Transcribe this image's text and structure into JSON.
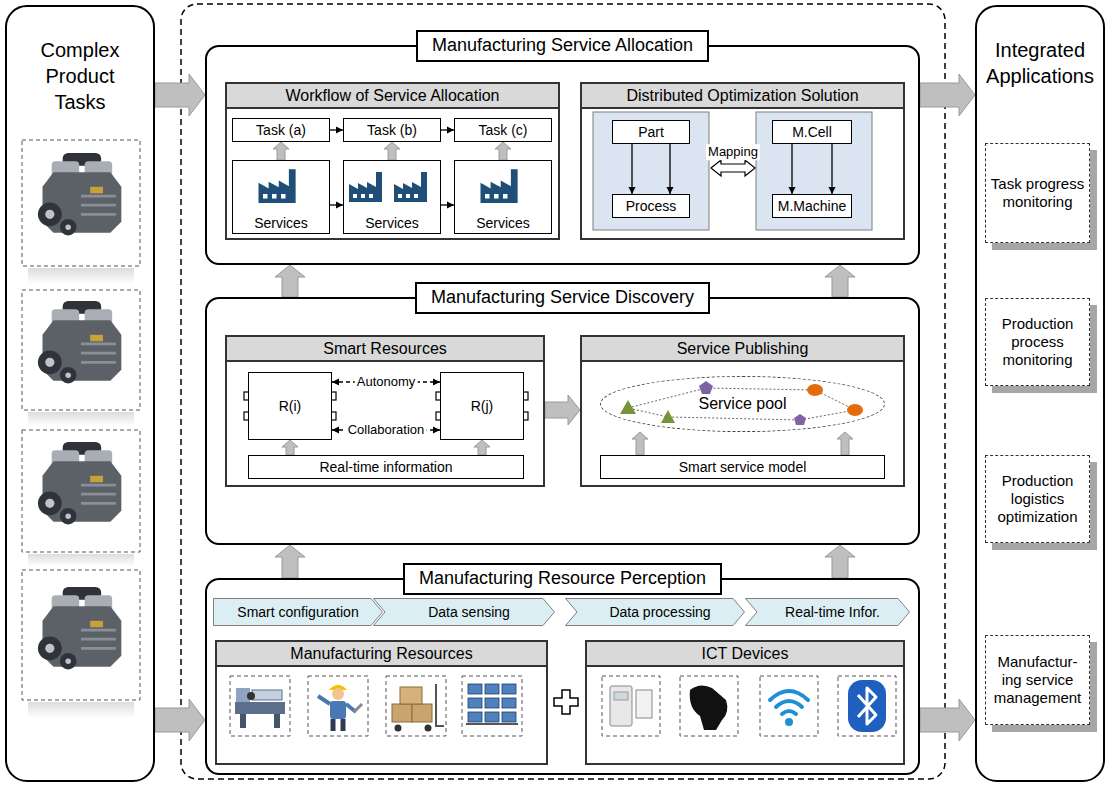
{
  "diagram": {
    "nodes": [
      {
        "text": [
          "Complex Product Tasks"
        ]
      },
      {
        "text": [
          "Manufacturing Service Allocation"
        ]
      },
      {
        "text": [
          "Workflow of Service Allocation"
        ],
        "in": 1
      },
      {
        "text": [
          "Task (a)"
        ],
        "in": 2
      },
      {
        "text": [
          "Task (b)"
        ],
        "in": 2
      },
      {
        "text": [
          "Task (c)"
        ],
        "in": 2
      },
      {
        "text": [
          "Services"
        ],
        "in": 2
      },
      {
        "text": [
          "Services"
        ],
        "in": 2
      },
      {
        "text": [
          "Services"
        ],
        "in": 2
      },
      {
        "text": [
          "Distributed Optimization Solution"
        ],
        "in": 1
      },
      {
        "text": [
          "Part"
        ],
        "in": 9
      },
      {
        "text": [
          "Process"
        ],
        "in": 9
      },
      {
        "text": [
          "M.Cell"
        ],
        "in": 9
      },
      {
        "text": [
          "M.Machine"
        ],
        "in": 9
      },
      {
        "text": [
          "Manufacturing Service Discovery"
        ]
      },
      {
        "text": [
          "Smart Resources"
        ],
        "in": 14
      },
      {
        "text": [
          "R(i)"
        ],
        "in": 15
      },
      {
        "text": [
          "R(j)"
        ],
        "in": 15
      },
      {
        "text": [
          "Real-time information"
        ],
        "in": 15
      },
      {
        "text": [
          "Service Publishing"
        ],
        "in": 14
      },
      {
        "text": [
          "Service pool"
        ],
        "in": 19
      },
      {
        "text": [
          "Smart service model"
        ],
        "in": 19
      },
      {
        "text": [
          "Manufacturing Resource Perception"
        ]
      },
      {
        "text": [
          "Smart configuration"
        ],
        "in": 22
      },
      {
        "text": [
          "Data sensing"
        ],
        "in": 22
      },
      {
        "text": [
          "Data processing"
        ],
        "in": 22
      },
      {
        "text": [
          "Real-time Infor."
        ],
        "in": 22
      },
      {
        "text": [
          "Manufacturing Resources"
        ],
        "in": 22
      },
      {
        "text": [
          "ICT Devices"
        ],
        "in": 22
      },
      {
        "text": [
          "Integrated Applications"
        ]
      },
      {
        "text": [
          "Task progress monitoring"
        ],
        "in": 29
      },
      {
        "text": [
          "Production process monitoring"
        ],
        "in": 29
      },
      {
        "text": [
          "Production logistics optimization"
        ],
        "in": 29
      },
      {
        "text": [
          "Manufactur-ing service management"
        ],
        "in": 29
      }
    ],
    "edges": [
      {
        "from": 0,
        "to": 1,
        "arrow": "to"
      },
      {
        "from": 0,
        "to": 22,
        "arrow": "to"
      },
      {
        "from": 1,
        "to": 29,
        "arrow": "to"
      },
      {
        "from": 22,
        "to": 29,
        "arrow": "to"
      },
      {
        "from": 3,
        "to": 4,
        "arrow": "to"
      },
      {
        "from": 4,
        "to": 5,
        "arrow": "to"
      },
      {
        "from": 6,
        "to": 3,
        "arrow": "to"
      },
      {
        "from": 7,
        "to": 4,
        "arrow": "to"
      },
      {
        "from": 8,
        "to": 5,
        "arrow": "to"
      },
      {
        "from": 6,
        "to": 7,
        "arrow": "to"
      },
      {
        "from": 7,
        "to": 8,
        "arrow": "to"
      },
      {
        "from": 10,
        "to": 11,
        "arrow": "to"
      },
      {
        "from": 10,
        "to": 11,
        "arrow": "to"
      },
      {
        "from": 12,
        "to": 13,
        "arrow": "to"
      },
      {
        "from": 12,
        "to": 13,
        "arrow": "to"
      },
      {
        "from": 14,
        "to": 1,
        "arrow": "to"
      },
      {
        "from": 14,
        "to": 1,
        "arrow": "to"
      },
      {
        "from": 16,
        "to": 17,
        "label": "Autonomy",
        "arrow": "both"
      },
      {
        "from": 16,
        "to": 17,
        "label": "Collaboration",
        "arrow": "both"
      },
      {
        "from": 18,
        "to": 16,
        "arrow": "to"
      },
      {
        "from": 18,
        "to": 17,
        "arrow": "to"
      },
      {
        "from": 15,
        "to": 19,
        "arrow": "to"
      },
      {
        "from": 21,
        "to": 20,
        "arrow": "to"
      },
      {
        "from": 21,
        "to": 20,
        "arrow": "to"
      },
      {
        "from": 22,
        "to": 14,
        "arrow": "to"
      },
      {
        "from": 22,
        "to": 14,
        "arrow": "to"
      }
    ],
    "labels": [
      "Mapping"
    ]
  }
}
